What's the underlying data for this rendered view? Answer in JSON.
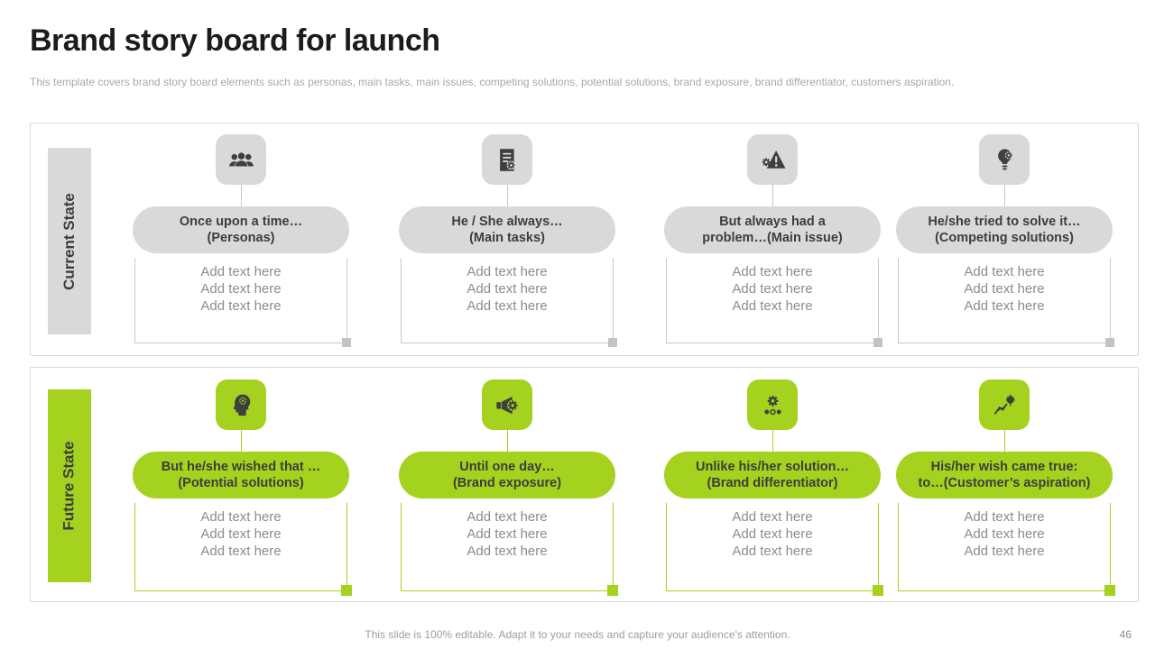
{
  "slide": {
    "title": "Brand story board for launch",
    "subtitle": "This template covers brand story board elements such as personas, main tasks, main issues, competing solutions, potential solutions, brand exposure, brand differentiator, customers aspiration.",
    "footer": "This slide is 100% editable. Adapt it to your needs and capture your audience's attention.",
    "page_number": "46"
  },
  "colors": {
    "green": "#a5d21e",
    "boxgray": "#d9d9d9",
    "dark": "#3f3f3f"
  },
  "sections": [
    {
      "label": "Current State",
      "columns": [
        {
          "icon": "personas-icon",
          "title_line1": "Once upon a time…",
          "title_line2": "(Personas)",
          "placeholders": [
            "Add text here",
            "Add text here",
            "Add text here"
          ]
        },
        {
          "icon": "main-tasks-icon",
          "title_line1": "He / She always…",
          "title_line2": "(Main tasks)",
          "placeholders": [
            "Add text here",
            "Add text here",
            "Add text here"
          ]
        },
        {
          "icon": "main-issue-icon",
          "title_line1": "But always had a",
          "title_line2": "problem…(Main issue)",
          "placeholders": [
            "Add text here",
            "Add text here",
            "Add text here"
          ]
        },
        {
          "icon": "competing-solutions-icon",
          "title_line1": "He/she tried to solve it…",
          "title_line2": "(Competing solutions)",
          "placeholders": [
            "Add text here",
            "Add text here",
            "Add text here"
          ]
        }
      ]
    },
    {
      "label": "Future State",
      "columns": [
        {
          "icon": "potential-solutions-icon",
          "title_line1": "But he/she wished that …",
          "title_line2": "(Potential solutions)",
          "placeholders": [
            "Add text here",
            "Add text here",
            "Add text here"
          ]
        },
        {
          "icon": "brand-exposure-icon",
          "title_line1": "Until one day…",
          "title_line2": "(Brand exposure)",
          "placeholders": [
            "Add text here",
            "Add text here",
            "Add text here"
          ]
        },
        {
          "icon": "brand-differentiator-icon",
          "title_line1": "Unlike his/her solution…",
          "title_line2": "(Brand differentiator)",
          "placeholders": [
            "Add text here",
            "Add text here",
            "Add text here"
          ]
        },
        {
          "icon": "customers-aspiration-icon",
          "title_line1": "His/her wish came true:",
          "title_line2": "to…(Customer’s aspiration)",
          "placeholders": [
            "Add text here",
            "Add text here",
            "Add text here"
          ]
        }
      ]
    }
  ]
}
